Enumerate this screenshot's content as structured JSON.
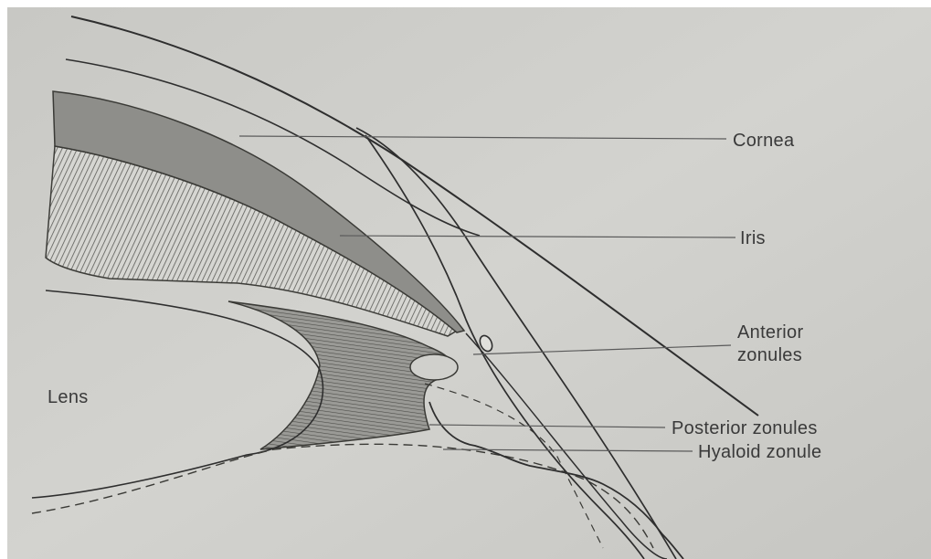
{
  "labels": {
    "cornea": "Cornea",
    "iris": "Iris",
    "anterior_line1": "Anterior",
    "anterior_line2": "zonules",
    "posterior": "Posterior zonules",
    "hyaloid": "Hyaloid zonule",
    "lens": "Lens"
  },
  "colors": {
    "paper": "#cfcfcb",
    "ink": "#2e2e2e",
    "leader": "#5a5a5a",
    "iris_band": "#8e8e8a",
    "zonule_shade": "#6a6a66"
  }
}
